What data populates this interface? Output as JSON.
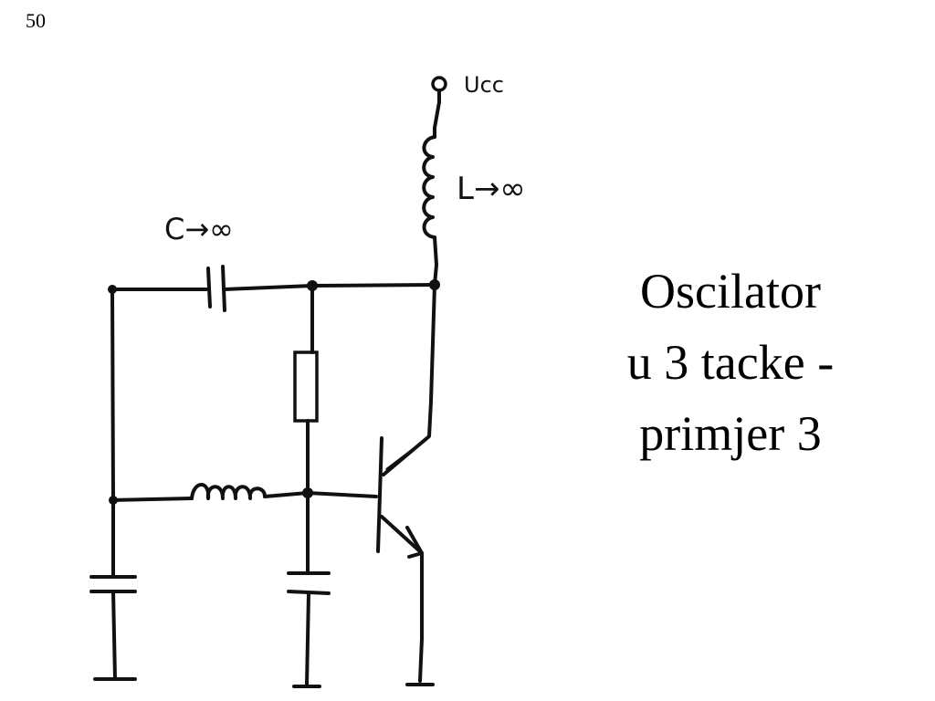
{
  "page": {
    "number": "50"
  },
  "title": {
    "lines": [
      "Oscilator",
      "u 3 tacke -",
      "primjer 3"
    ]
  },
  "diagram": {
    "labels": {
      "supply": "Ucc",
      "choke": "L→∞",
      "capacitor": "C→∞"
    }
  }
}
